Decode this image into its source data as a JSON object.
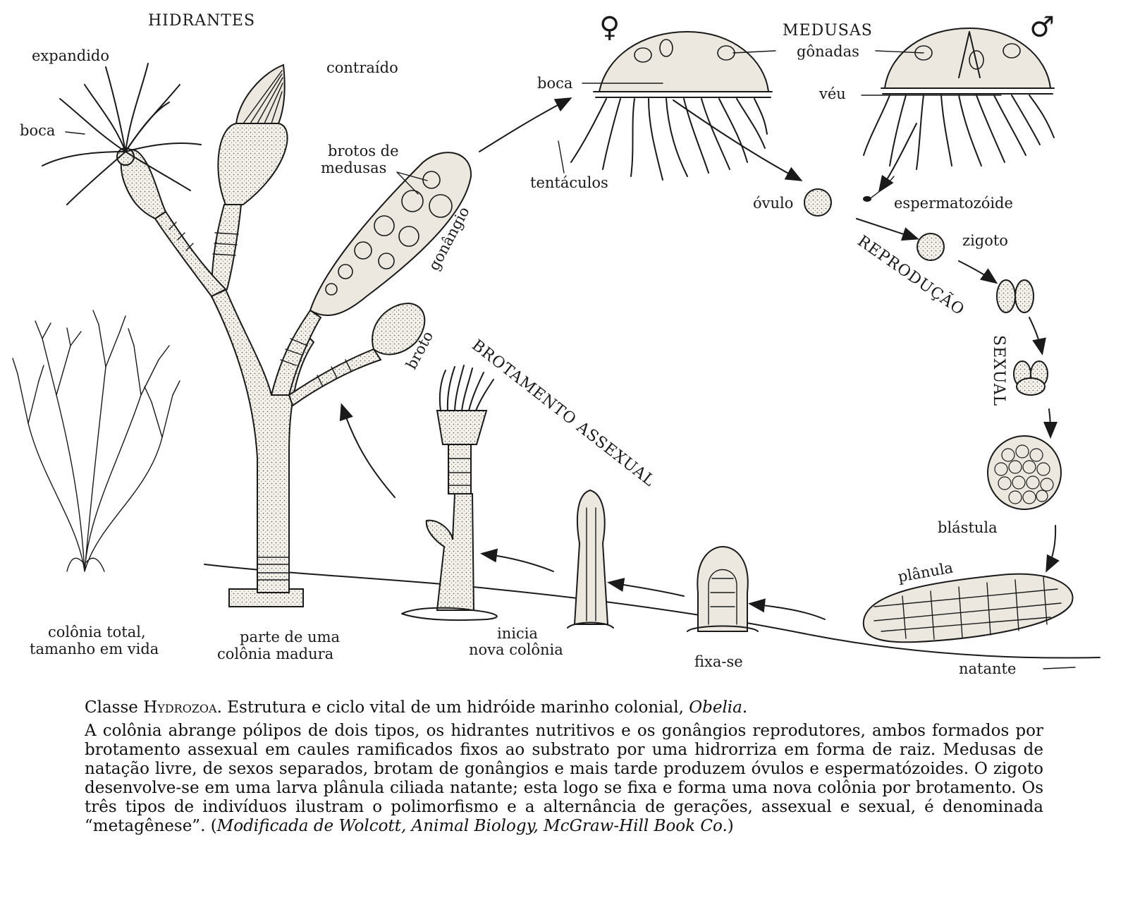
{
  "labels": {
    "hidrantes": "HIDRANTES",
    "expandido": "expandido",
    "contraido": "contraído",
    "boca_hydrant": "boca",
    "brotos_de_medusas_1": "brotos de",
    "brotos_de_medusas_2": "medusas",
    "gonangio": "gonângio",
    "broto": "broto",
    "medusas": "MEDUSAS",
    "female_symbol": "♀",
    "male_symbol": "♂",
    "boca_medusa": "boca",
    "gonadas": "gônadas",
    "veu": "véu",
    "tentaculos": "tentáculos",
    "ovulo": "óvulo",
    "espermatozoide": "espermatozóide",
    "zigoto": "zigoto",
    "reproducao": "REPRODUÇÃO",
    "sexual": "SEXUAL",
    "blastula": "blástula",
    "planula": "plânula",
    "natante": "natante",
    "fixa_se": "fixa-se",
    "inicia_1": "inicia",
    "inicia_2": "nova colônia",
    "brotamento_assexual": "BROTAMENTO ASSEXUAL",
    "colonia_total_1": "colônia total,",
    "colonia_total_2": "tamanho em vida",
    "parte_colonia_1": "parte de uma",
    "parte_colonia_2": "colônia madura"
  },
  "caption": {
    "title_prefix": "Classe ",
    "title_taxon": "Hydrozoa",
    "title_main": ". Estrutura e ciclo vital de um hidróide marinho colonial, ",
    "title_genus": "Obelia",
    "title_end": ".",
    "body": "A colônia abrange pólipos de dois tipos, os hidrantes nutritivos e os gonângios reprodutores, ambos formados por brotamento assexual em caules ramificados fixos ao substrato por uma hidrorriza em forma de raiz.  Medusas de natação livre, de sexos separados, brotam de gonângios e mais tarde produzem óvulos e espermatózoides.  O zigoto desenvolve-se em uma larva plânula ciliada natante;  esta logo se fixa e forma uma nova colônia por brotamento. Os três tipos de indivíduos ilustram o polimorfismo e a alternância de gerações, assexual e sexual, é denominada “metagênese”.  (",
    "credit": "Modificada de Wolcott, Animal Biology, McGraw-Hill Book Co.",
    "credit_end": ")"
  }
}
